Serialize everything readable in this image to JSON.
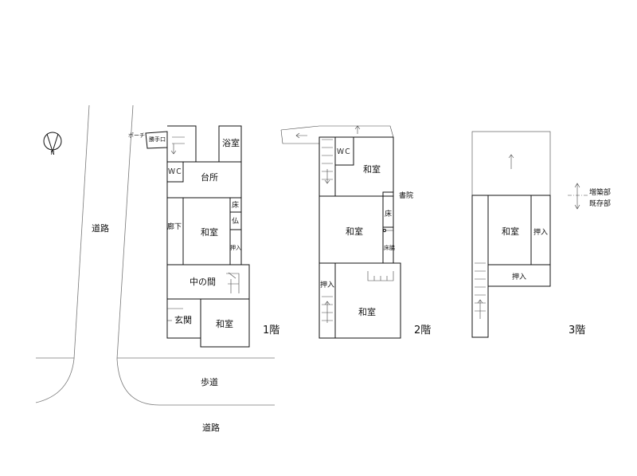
{
  "compass": {
    "north_label": "N"
  },
  "roads": {
    "road_left": "道路",
    "sidewalk": "歩道",
    "road_bottom": "道路"
  },
  "floor1": {
    "label": "1階",
    "rooms": {
      "porch": "ポーチ",
      "back_door": "勝手口",
      "bath": "浴室",
      "wc": "ＷＣ",
      "kitchen": "台所",
      "corridor": "廊下",
      "tokonoma": "床",
      "butsudan": "仏",
      "oshiire": "押入",
      "washitsu_main": "和室",
      "nakanoma": "中の間",
      "genkan": "玄関",
      "washitsu_front": "和室"
    }
  },
  "floor2": {
    "label": "2階",
    "rooms": {
      "wc": "ＷＣ",
      "washitsu_upper": "和室",
      "shoin": "書院",
      "washitsu_middle": "和室",
      "tokonoma": "床",
      "tokowaki": "床脇",
      "oshiire": "押入",
      "washitsu_lower": "和室"
    }
  },
  "floor3": {
    "label": "3階",
    "rooms": {
      "washitsu": "和室",
      "oshiire_side": "押入",
      "oshiire_bottom": "押入"
    },
    "legend": {
      "extension": "増築部",
      "existing": "既存部"
    }
  }
}
